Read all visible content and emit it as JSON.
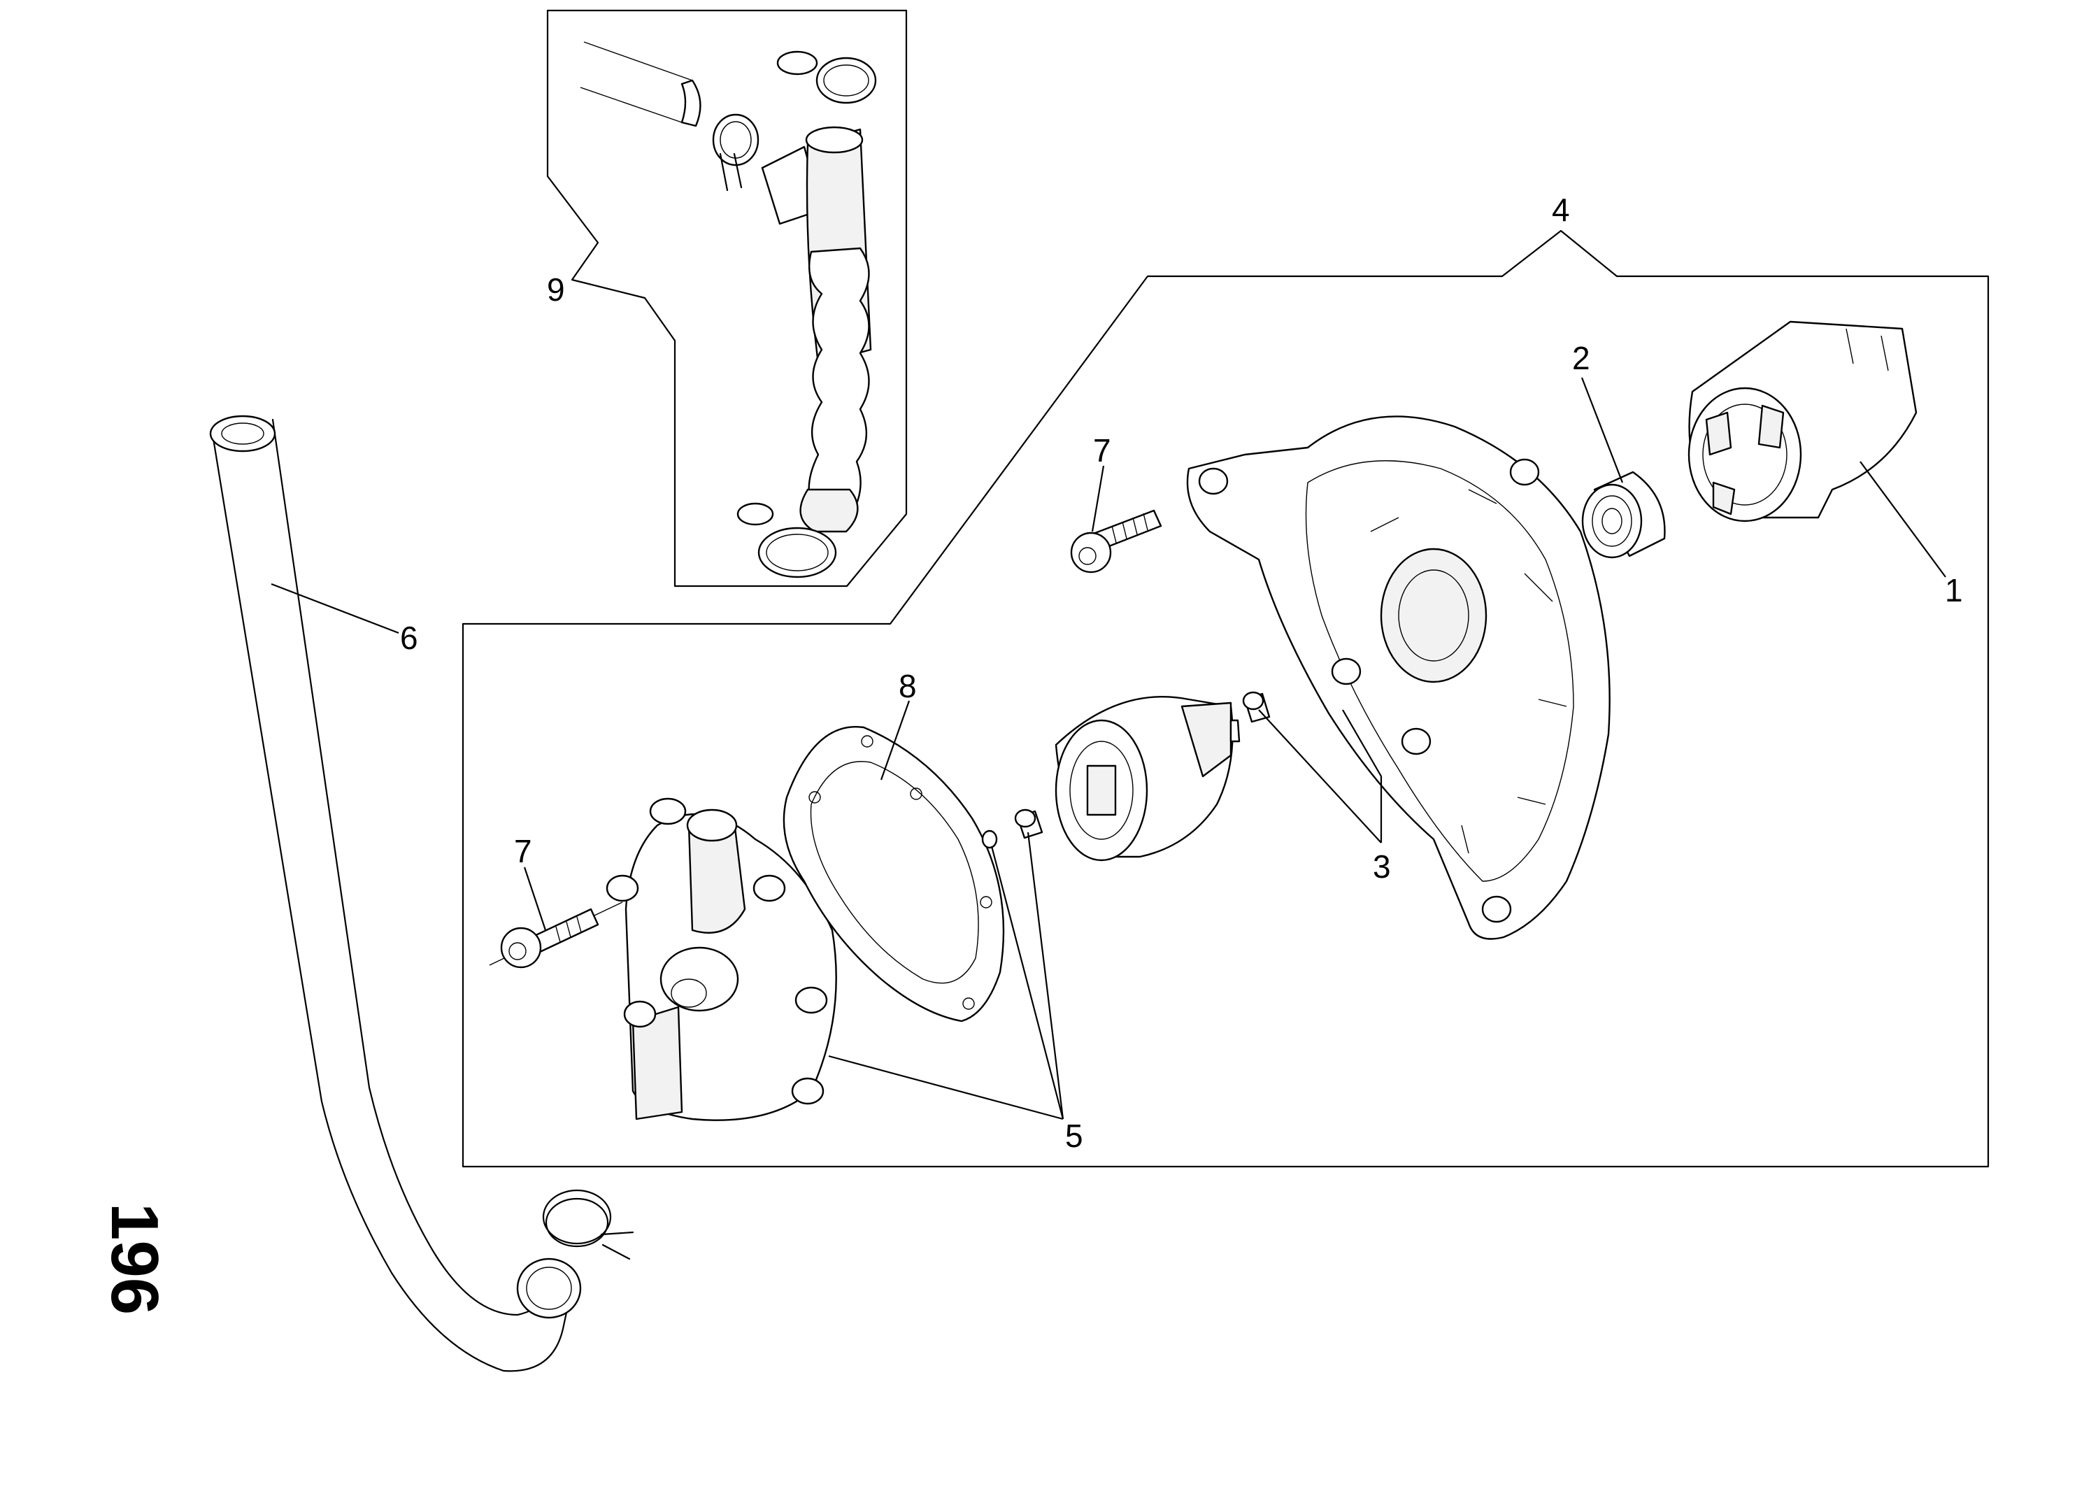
{
  "page_number": "196",
  "callouts": {
    "c1": "1",
    "c2": "2",
    "c3": "3",
    "c4": "4",
    "c5": "5",
    "c6": "6",
    "c7a": "7",
    "c7b": "7",
    "c8": "8",
    "c9": "9"
  }
}
